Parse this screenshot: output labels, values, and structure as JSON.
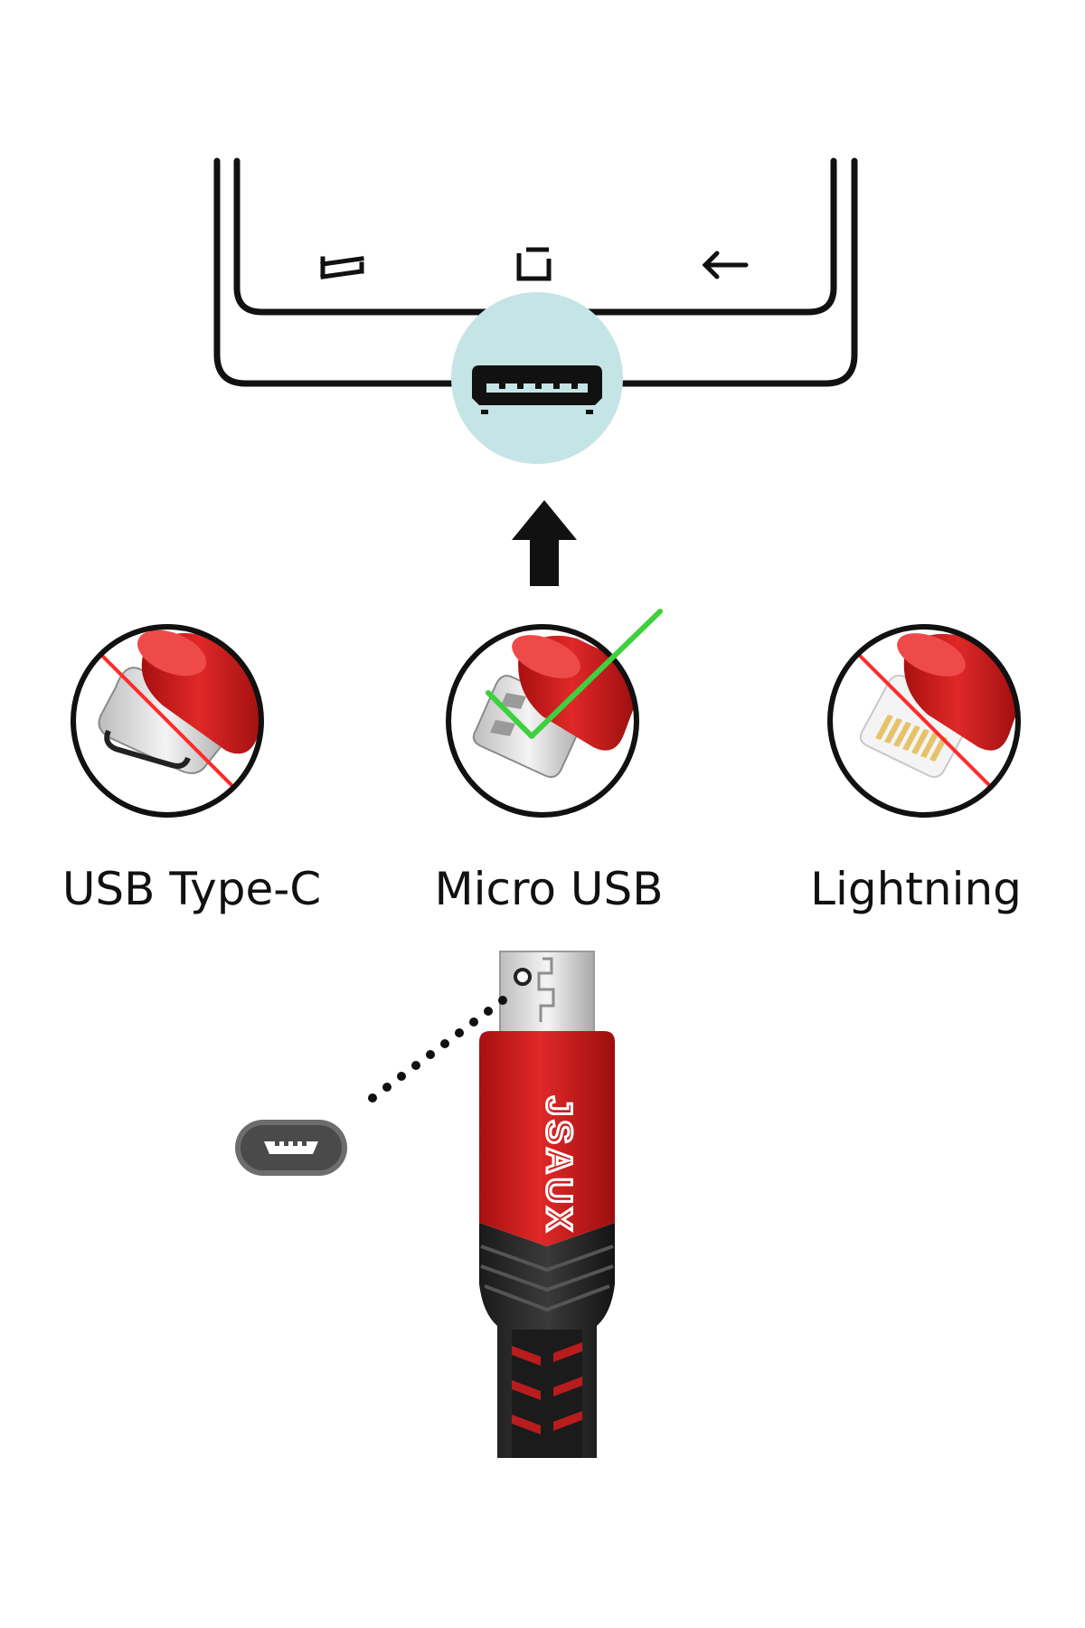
{
  "device": {
    "nav_icons": [
      "recent-apps-icon",
      "home-icon",
      "back-icon"
    ],
    "port_type": "micro-usb-port"
  },
  "connectors": [
    {
      "label": "USB Type-C",
      "compatible": false,
      "icon": "usb-type-c-connector-icon"
    },
    {
      "label": "Micro USB",
      "compatible": true,
      "icon": "micro-usb-connector-icon"
    },
    {
      "label": "Lightning",
      "compatible": false,
      "icon": "lightning-connector-icon"
    }
  ],
  "cable": {
    "brand": "JSAUX",
    "connector": "micro-usb"
  },
  "colors": {
    "accent_red": "#d42020",
    "check_green": "#3fd03f",
    "port_highlight": "#c5e4e6",
    "outline": "#111111"
  }
}
